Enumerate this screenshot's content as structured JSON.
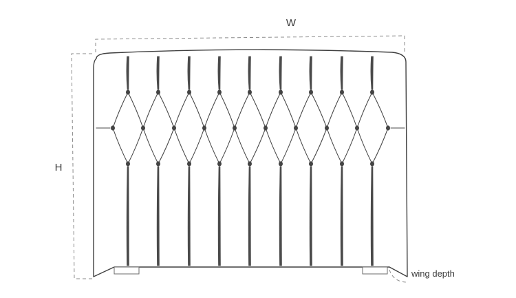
{
  "labels": {
    "width": "W",
    "height": "H",
    "wing_depth": "wing depth"
  },
  "colors": {
    "line": "#3f3f3f",
    "dimension": "#8a8a8a",
    "button": "#444444",
    "background": "#ffffff"
  }
}
